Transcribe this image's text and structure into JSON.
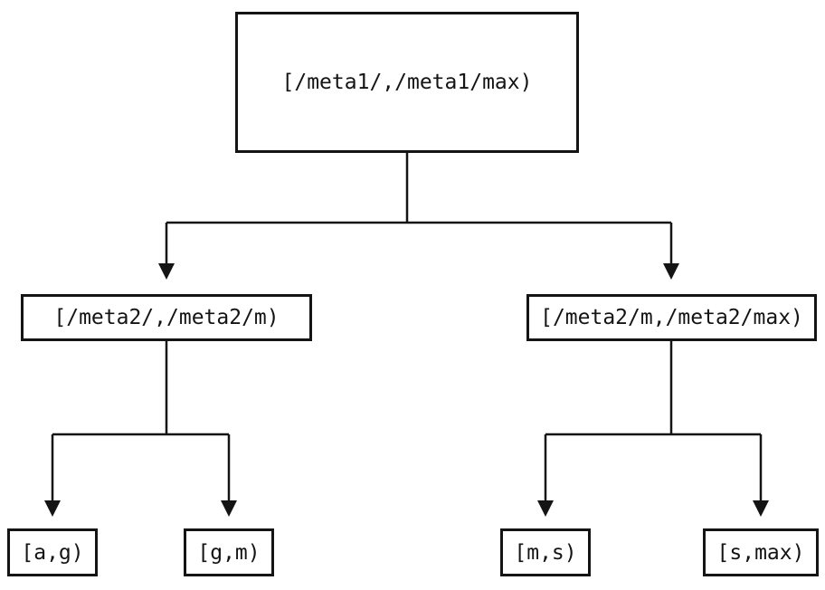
{
  "diagram": {
    "root": {
      "label": "[/meta1/,/meta1/max)"
    },
    "children": [
      {
        "label": "[/meta2/,/meta2/m)",
        "children": [
          {
            "label": "[a,g)"
          },
          {
            "label": "[g,m)"
          }
        ]
      },
      {
        "label": "[/meta2/m,/meta2/max)",
        "children": [
          {
            "label": "[m,s)"
          },
          {
            "label": "[s,max)"
          }
        ]
      }
    ]
  },
  "colors": {
    "background": "#ffffff",
    "line": "#141414",
    "box_border": "#141414",
    "box_fill": "#ffffff",
    "text": "#141414"
  }
}
